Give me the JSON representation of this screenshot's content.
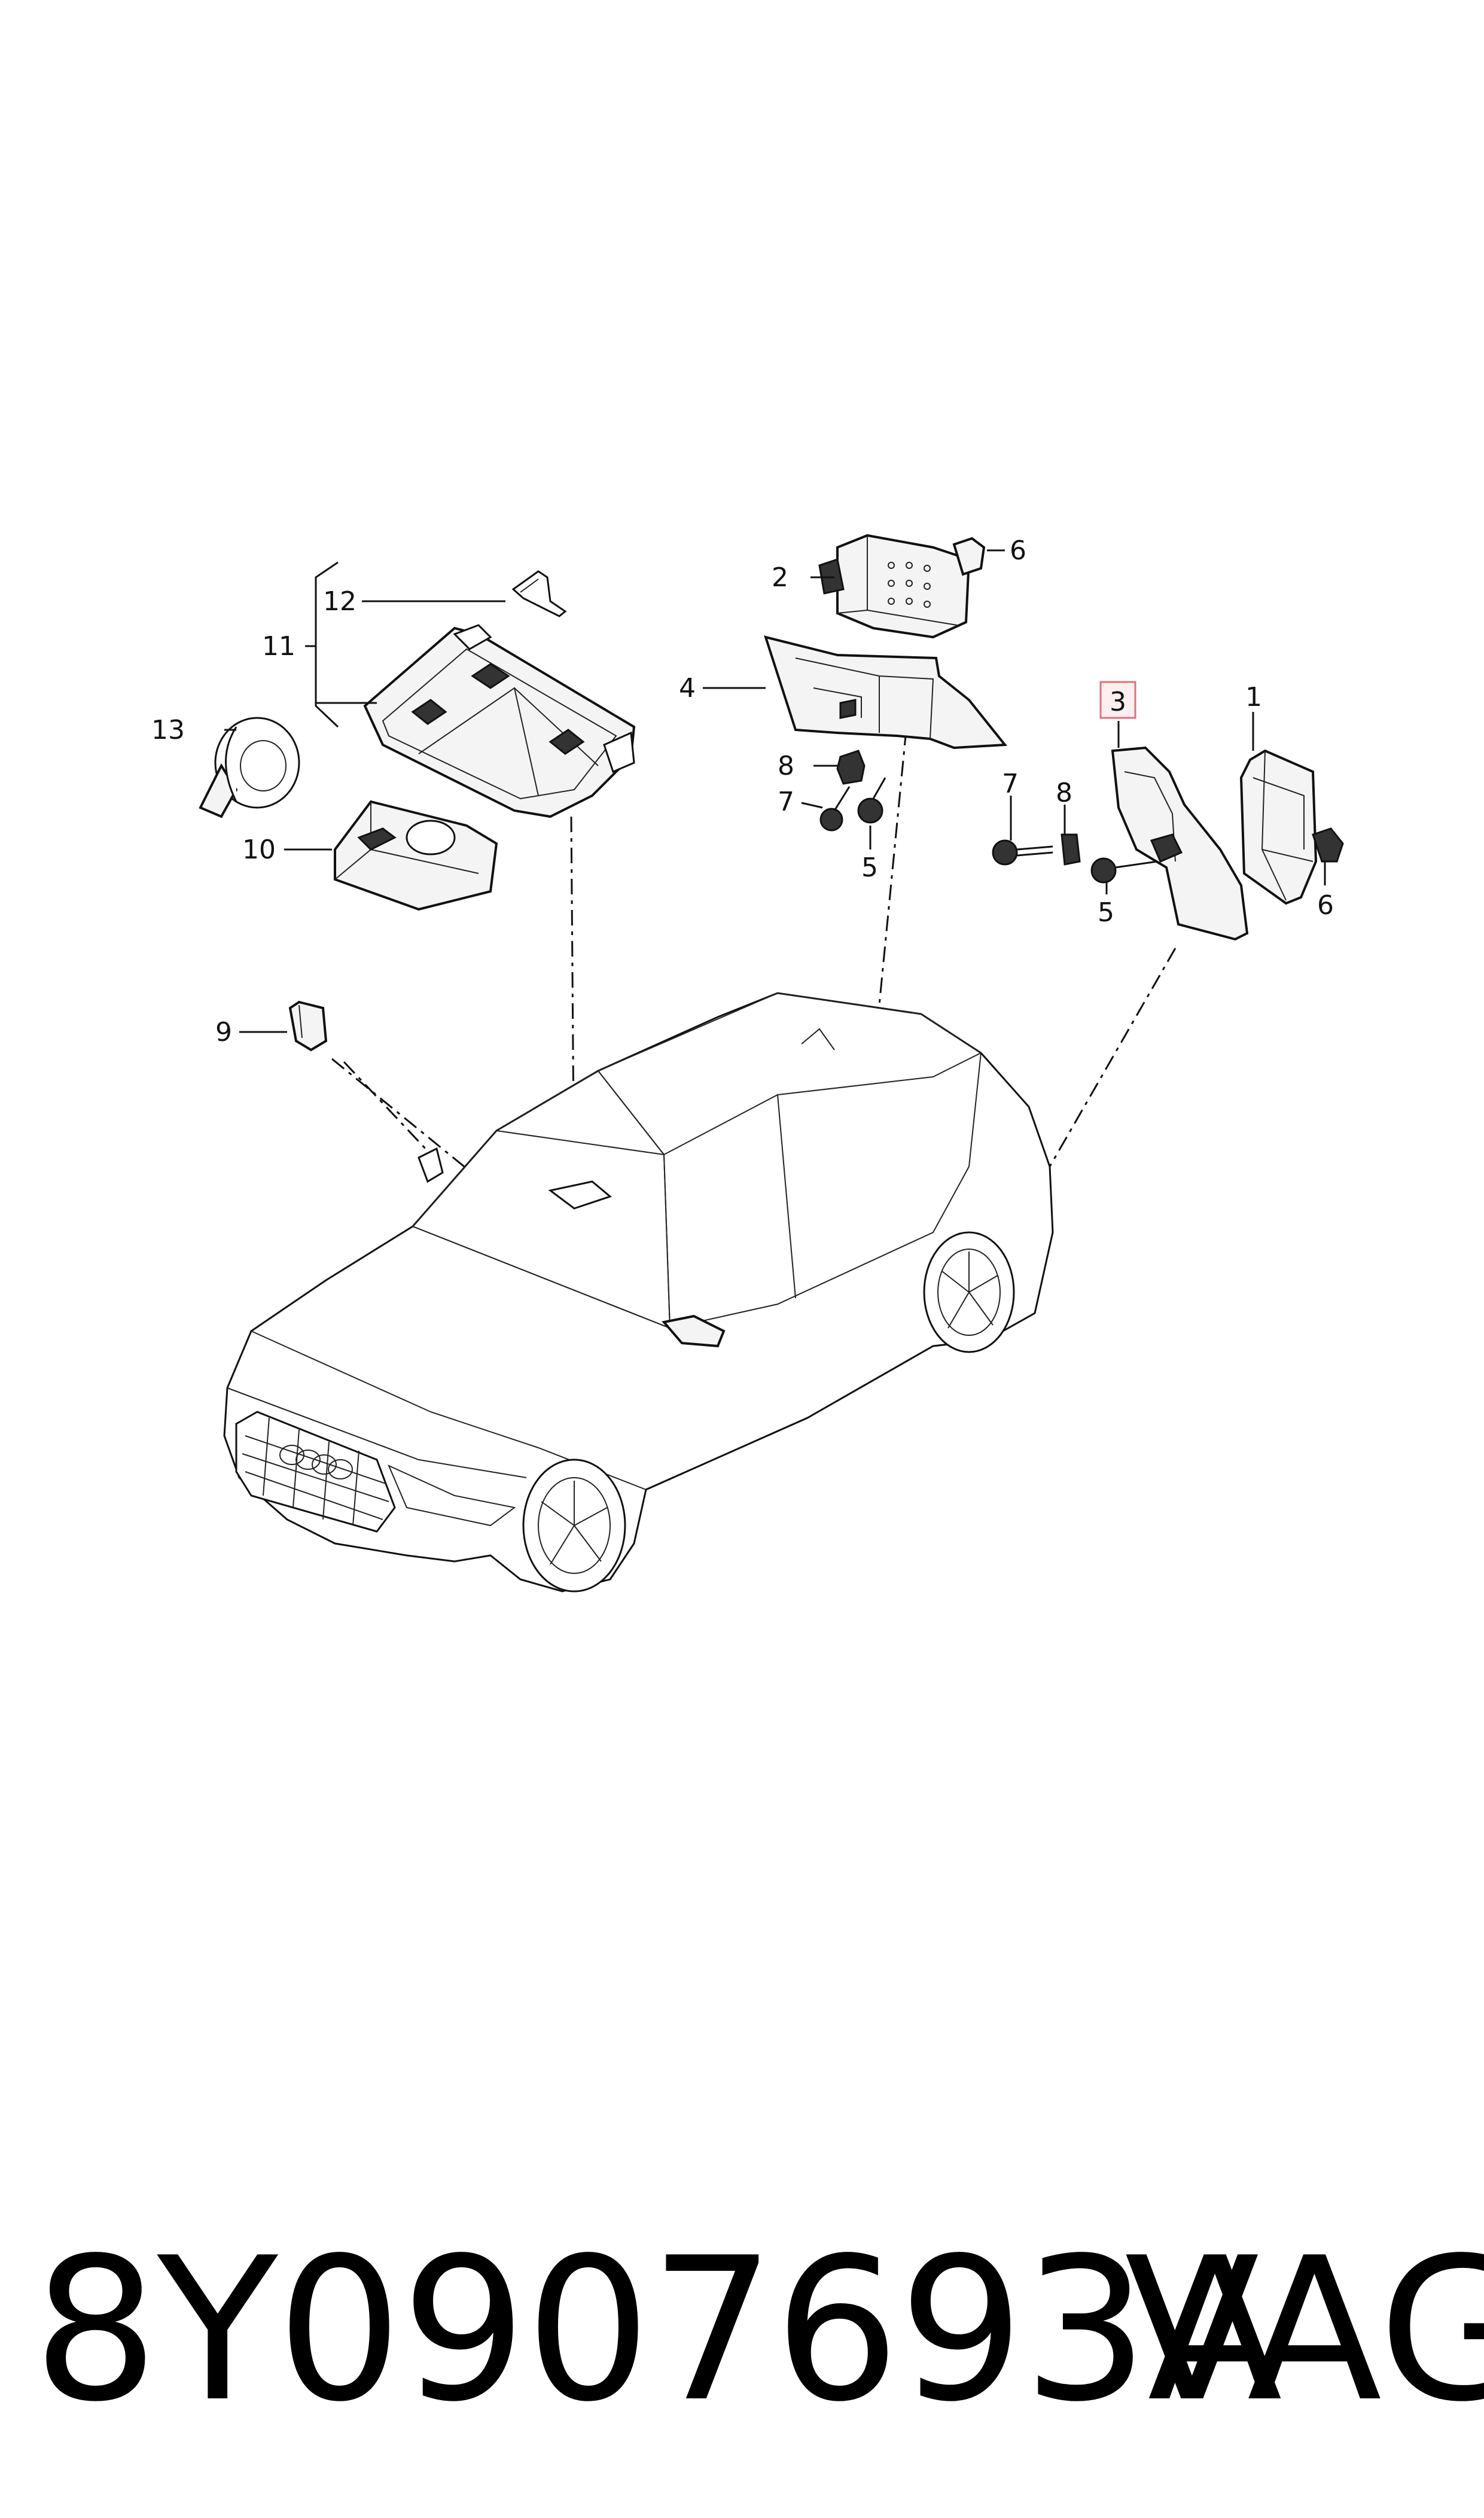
{
  "diagram": {
    "callouts": {
      "c1": "1",
      "c2": "2",
      "c3": "3",
      "c4": "4",
      "c5a": "5",
      "c5b": "5",
      "c6a": "6",
      "c6b": "6",
      "c7a": "7",
      "c7b": "7",
      "c8a": "8",
      "c8b": "8",
      "c9": "9",
      "c10": "10",
      "c11": "11",
      "c12": "12",
      "c13": "13"
    },
    "highlight_color": "#e0707a"
  },
  "footer": {
    "part_number": "8Y0907693A",
    "brand": "VAG"
  }
}
